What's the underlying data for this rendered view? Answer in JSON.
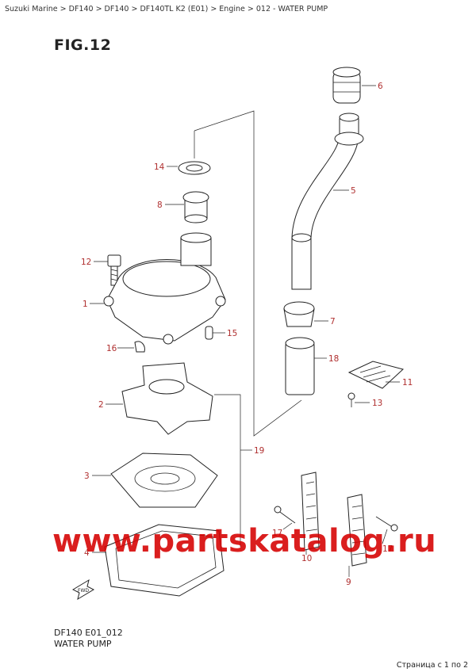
{
  "breadcrumb": "Suzuki Marine > DF140 > DF140 > DF140TL K2 (E01) > Engine > 012 - WATER PUMP",
  "figure_title": "FIG.12",
  "diagram_code": "DF140 E01_012",
  "diagram_name": "WATER PUMP",
  "pager": "Страница с 1 по 2",
  "watermark": "www.partskatalog.ru",
  "callouts": {
    "c1": "1",
    "c2": "2",
    "c3": "3",
    "c4": "4",
    "c5": "5",
    "c6": "6",
    "c7": "7",
    "c8": "8",
    "c9": "9",
    "c10": "10",
    "c11": "11",
    "c12": "12",
    "c13": "13",
    "c14": "14",
    "c15": "15",
    "c16": "16",
    "c17a": "17",
    "c17b": "17",
    "c18": "18",
    "c19": "19"
  },
  "fwd_label": "FWD",
  "colors": {
    "callout": "#b03030",
    "watermark": "#d60000",
    "line": "#222222"
  }
}
